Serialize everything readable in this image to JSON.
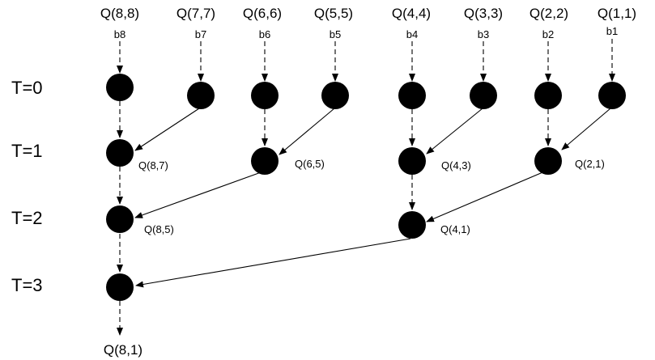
{
  "top_labels": [
    "Q(8,8)",
    "Q(7,7)",
    "Q(6,6)",
    "Q(5,5)",
    "Q(4,4)",
    "Q(3,3)",
    "Q(2,2)",
    "Q(1,1)"
  ],
  "input_labels": [
    "b8",
    "b7",
    "b6",
    "b5",
    "b4",
    "b3",
    "b2",
    "b1"
  ],
  "time_steps": [
    "T=0",
    "T=1",
    "T=2",
    "T=3"
  ],
  "node_labels": {
    "t1_q87": "Q(8,7)",
    "t1_q65": "Q(6,5)",
    "t1_q43": "Q(4,3)",
    "t1_q21": "Q(2,1)",
    "t2_q85": "Q(8,5)",
    "t2_q41": "Q(4,1)"
  },
  "output_label": "Q(8,1)",
  "colors": {
    "node": "#000000",
    "edge": "#000000",
    "background": "#ffffff"
  }
}
